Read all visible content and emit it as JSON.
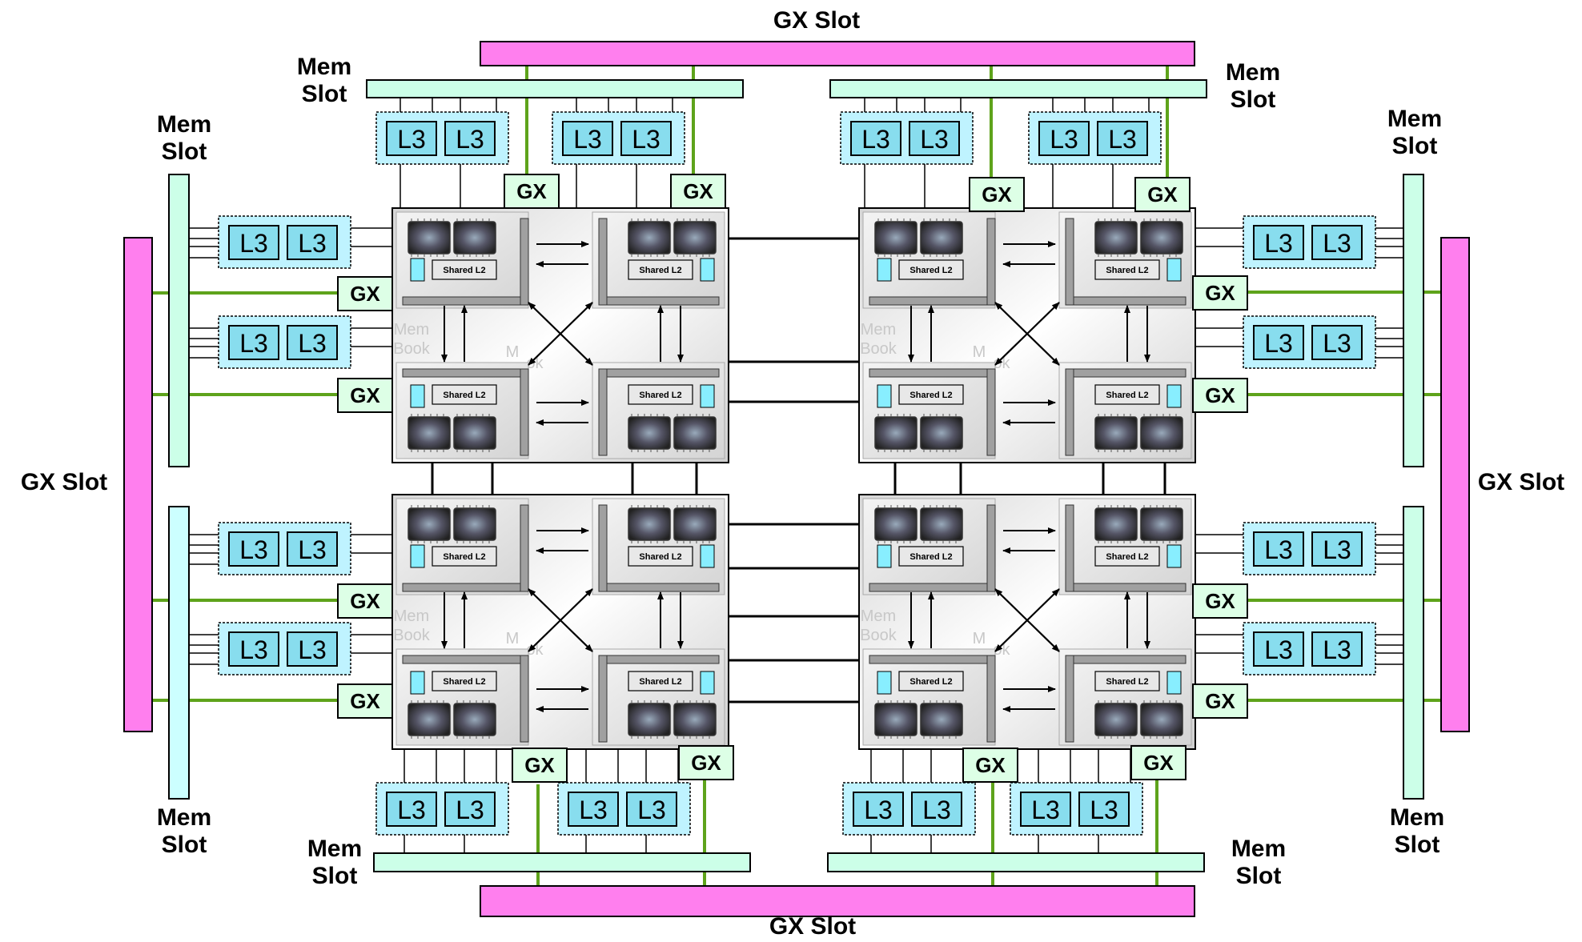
{
  "labels": {
    "gx_slot": "GX Slot",
    "mem_slot_line1": "Mem",
    "mem_slot_line2": "Slot",
    "gx_box": "GX",
    "l3": "L3",
    "shared_l2": "Shared L2",
    "mem_book_line1": "Mem",
    "mem_book_line2": "Book",
    "mcm_fragment_1": "M",
    "mcm_fragment_2": "ok"
  },
  "topology": {
    "mcm_count": 4,
    "chips_per_mcm": 4,
    "cores_per_chip": 2,
    "l3_pairs_per_mcm": 4,
    "gx_slots": 4,
    "mem_slots": 8
  },
  "colors": {
    "gx_slot": "#ff7fee",
    "mem_slot": "#ccffe8",
    "mem_slot_alt": "#ccffff",
    "l3_group_bg": "#bff3ff",
    "l3_chip_bg": "#88ddee",
    "gx_box": "#ddffe6",
    "gx_line": "#5ea31b",
    "bus_line": "#000000",
    "l2_bg": "#e8e8e8",
    "cache_block": "#88eeff"
  }
}
